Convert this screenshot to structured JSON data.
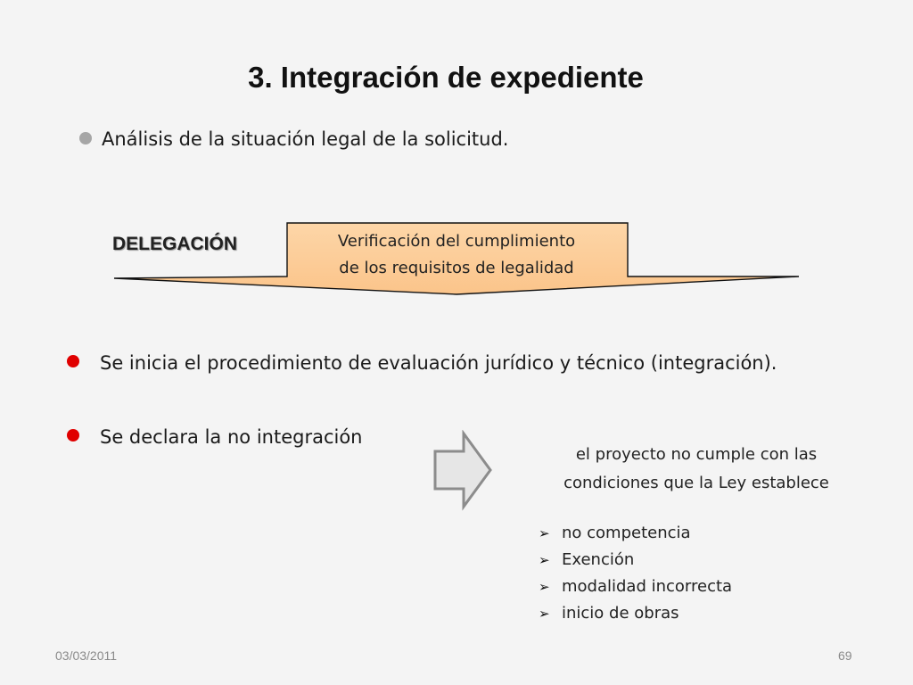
{
  "slide": {
    "title": "3. Integración de expediente",
    "bullet_top": "Análisis de la situación legal de la solicitud.",
    "delegation_label": "DELEGACIÓN",
    "verification_line1": "Verificación del cumplimiento",
    "verification_line2": "de los requisitos de legalidad",
    "bullet_start": "Se inicia el procedimiento de evaluación jurídico y técnico (integración).",
    "bullet_no_integration": "Se declara la no integración",
    "note_line1": "el proyecto no cumple con las",
    "note_line2": "condiciones que la Ley establece",
    "sub_items": [
      "no competencia",
      "Exención",
      "modalidad incorrecta",
      "inicio de obras"
    ],
    "check_icon": "➢"
  },
  "footer": {
    "date": "03/03/2011",
    "page": "69"
  },
  "colors": {
    "background": "#f4f4f4",
    "bullet_red": "#e00000",
    "bullet_grey": "#a6a6a6",
    "callout_fill": "#fdd6a8",
    "arrow_fill": "#e6e6e6",
    "arrow_stroke": "#8c8c8c"
  }
}
